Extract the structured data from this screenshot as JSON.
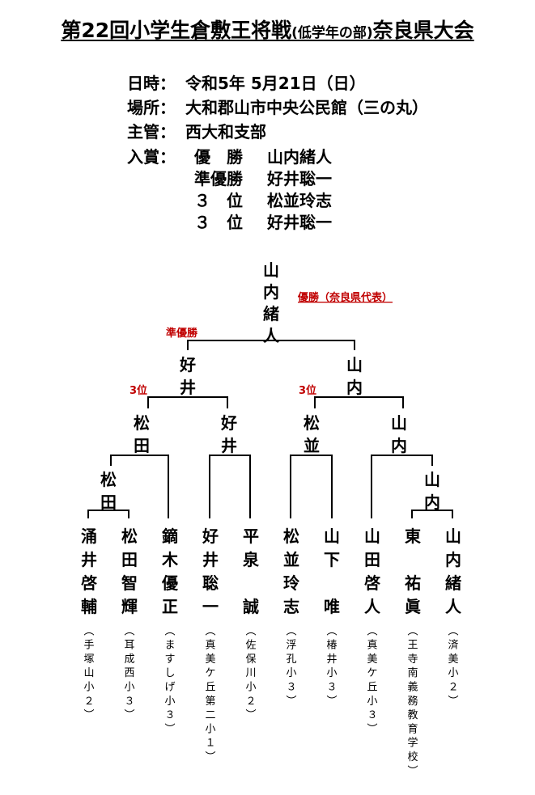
{
  "title": {
    "main_a": "第22回小学生倉敷王将戦",
    "sub": "(低学年の部)",
    "main_b": "奈良県大会"
  },
  "info": [
    {
      "label": "日時：",
      "value": "令和5年 5月21日（日）"
    },
    {
      "label": "場所：",
      "value": "大和郡山市中央公民館（三の丸）"
    },
    {
      "label": "主管：",
      "value": "西大和支部"
    }
  ],
  "awards": {
    "label": "入賞：",
    "items": [
      {
        "rank": "優　勝",
        "name": "山内緒人"
      },
      {
        "rank": "準優勝",
        "name": "好井聡一"
      },
      {
        "rank": "３　位",
        "name": "松並玲志"
      },
      {
        "rank": "３　位",
        "name": "好井聡一"
      }
    ]
  },
  "bracket": {
    "champion": "山内緒人",
    "champion_label": "優勝（奈良県代表）",
    "runner_up_label": "準優勝",
    "third_label_1": "3位",
    "third_label_2": "3位",
    "winners": {
      "final_left": "好井",
      "final_right": "山内",
      "semi_1": "松田",
      "semi_2": "好井",
      "semi_3": "松並",
      "semi_4": "山内",
      "r1_left": "松田",
      "r1_right": "山内"
    },
    "players": [
      {
        "name": "涌井啓輔",
        "school": "（手塚山小２）"
      },
      {
        "name": "松田智輝",
        "school": "（耳成西小３）"
      },
      {
        "name": "鏑木優正",
        "school": "（ますしげ小３）"
      },
      {
        "name": "好井聡一",
        "school": "（真美ケ丘第二小１）"
      },
      {
        "name": "平泉　誠",
        "school": "（佐保川小２）"
      },
      {
        "name": "松並玲志",
        "school": "（浮孔小３）"
      },
      {
        "name": "山下　唯",
        "school": "（椿井小３）"
      },
      {
        "name": "山田啓人",
        "school": "（真美ケ丘小３）"
      },
      {
        "name": "東　祐眞",
        "school": "（王寺南義務教育学校）"
      },
      {
        "name": "山内緒人",
        "school": "（済美小２）"
      }
    ]
  }
}
